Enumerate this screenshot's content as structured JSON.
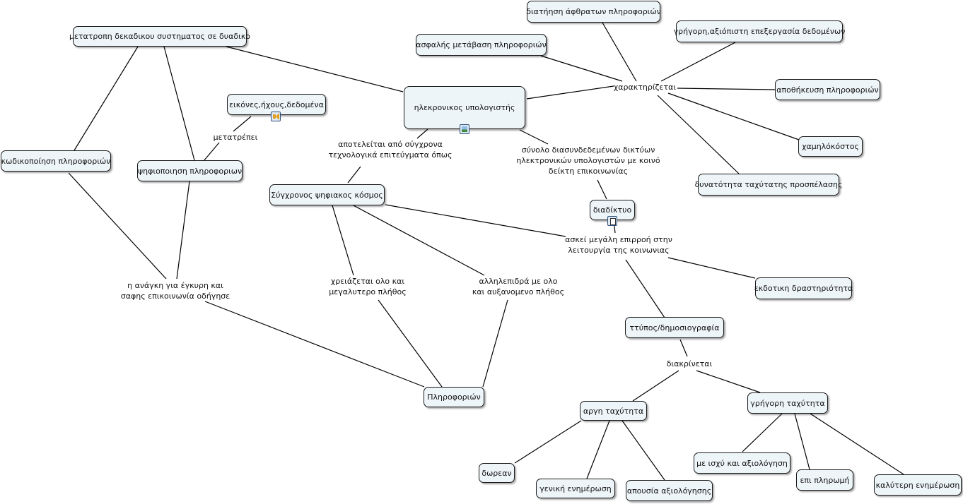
{
  "nodes": {
    "computer": "ηλεκρονικος υπολογιστής",
    "conversion": "μετατροπη δεκαδικου συστηματος σε δυαδικο",
    "coding": "κωδικοποίηση πληροφοριών",
    "digitization": "ψηφιοποιηση πληροφοριων",
    "images_sounds": "εικόνες,ήχους,δεδομένα",
    "digital_world": "Σύγχρονος ψηφιακος κόσμος",
    "information": "Πληροφοριών",
    "internet": "διαδίκτυο",
    "preservation": "διατήηση άφθρατων πληροφοριών",
    "fast_processing": "γρήγορη,αξιόπιστη επεξεργασία δεδομένων",
    "safe_transfer": "ασφαλής μετάβαση πληροφοριών",
    "storage": "αποθήκευση πληροφοριών",
    "low_cost": "χαμηλόκόστος",
    "fast_access": "δυνατότητα ταχύτατης προσπέλασης",
    "publishing": "εκδοτικη δραστηριότητα",
    "press": "ττύπος/δημοσιογραφία",
    "slow_speed": "αργη ταχύτητα",
    "fast_speed": "γρήγορη ταχύτητα",
    "free": "δωρεαν",
    "general_news": "γενική ενημέρωση",
    "no_evaluation": "απουσία αξιολόγησης",
    "with_validity": "με ισχύ και αξιολόγηση",
    "paid": "επι πληρωμή",
    "better_news": "καλύτερη ενημέρωση"
  },
  "links": {
    "characterized": "χαρακτηρίζεται",
    "converts": "μετατρέπει",
    "consists_line1": "αποτελείται από σύγχρονα",
    "consists_line2": "τεχνολογικά επιτεύγματα όπως",
    "network_line1": "σύνολο διασυνδεδεμένων δικτύων",
    "network_line2": "ηλεκτρονικών υπολογιστών με κοινό",
    "network_line3": "δείκτη επικοινωνίας",
    "influence_line1": "ασκεί μεγάλη επιρροή στην",
    "influence_line2": "λειτουργία της κοινωνιας",
    "need_line1": "η ανάγκη για έγκυρη και",
    "need_line2": "σαφης επικοινωνία οδήγησε",
    "requires_line1": "χρειάζεται ολο και",
    "requires_line2": "μεγαλυτερο πλήθος",
    "interacts_line1": "αλληλεπιδρά με ολο",
    "interacts_line2": "και αυξανομενο πλήθος",
    "distinguished": "διακρίνεται"
  },
  "icons": {
    "computer": "image-icon",
    "internet": "document-icon",
    "images_sounds": "audio-icon"
  }
}
